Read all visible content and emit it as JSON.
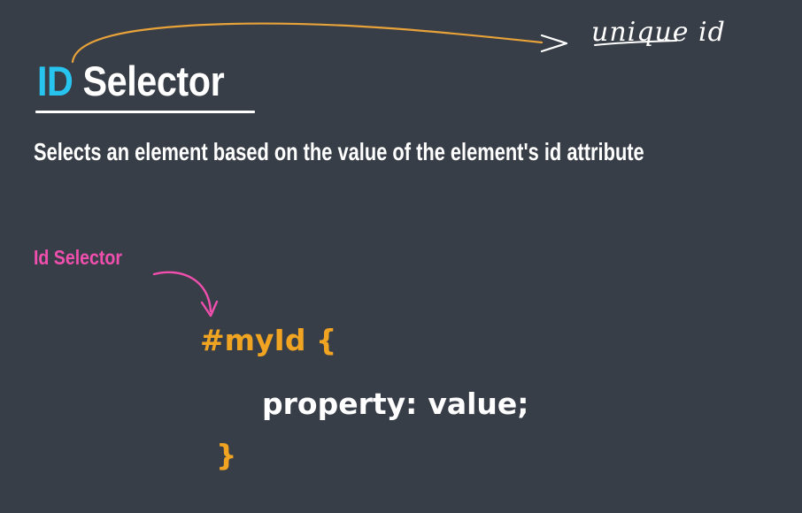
{
  "title": {
    "accent": "ID",
    "rest": "Selector"
  },
  "description": "Selects an element based on the value of the element's id attribute",
  "annotation": {
    "label": "Id Selector",
    "handwritten_note": "unique id"
  },
  "code": {
    "selector_line": "#myId {",
    "property": "property:",
    "value": "value;",
    "closing_brace": "}"
  },
  "colors": {
    "background": "#383e47",
    "title_accent": "#27c4f0",
    "code_accent": "#f0a421",
    "annotation_pink": "#f04fae",
    "hand_arrow": "#e8a23a"
  }
}
